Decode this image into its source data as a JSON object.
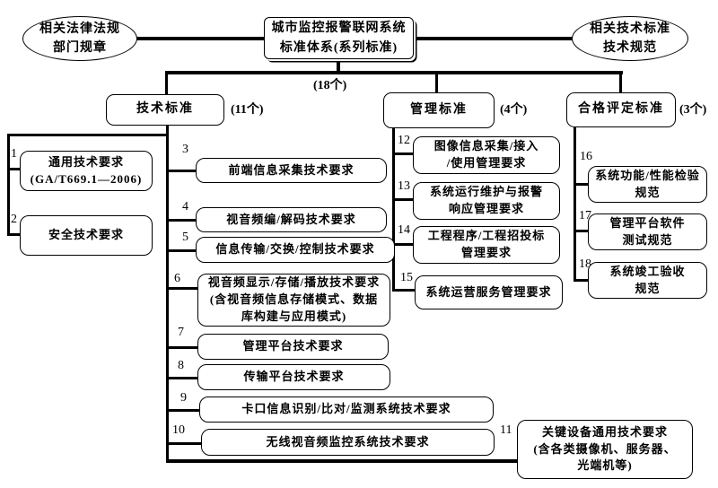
{
  "root": {
    "label": "城市监控报警联网系统\n标准体系(系列标准)"
  },
  "left_ellipse": {
    "label": "相关法律法规\n部门规章"
  },
  "right_ellipse": {
    "label": "相关技术标准\n技术规范"
  },
  "total_count": "(18个)",
  "branches": [
    {
      "label": "技术标准",
      "count": "(11个)"
    },
    {
      "label": "管理标准",
      "count": "(4个)"
    },
    {
      "label": "合格评定标准",
      "count": "(3个)"
    }
  ],
  "items": [
    {
      "num": "1",
      "label": "通用技术要求\n(GA/T669.1—2006)"
    },
    {
      "num": "2",
      "label": "安全技术要求"
    },
    {
      "num": "3",
      "label": "前端信息采集技术要求"
    },
    {
      "num": "4",
      "label": "视音频编/解码技术要求"
    },
    {
      "num": "5",
      "label": "信息传输/交换/控制技术要求"
    },
    {
      "num": "6",
      "label": "视音频显示/存储/播放技术要求\n(含视音频信息存储模式、数据\n库构建与应用模式)"
    },
    {
      "num": "7",
      "label": "管理平台技术要求"
    },
    {
      "num": "8",
      "label": "传输平台技术要求"
    },
    {
      "num": "9",
      "label": "卡口信息识别/比对/监测系统技术要求"
    },
    {
      "num": "10",
      "label": "无线视音频监控系统技术要求"
    },
    {
      "num": "11",
      "label": "关键设备通用技术要求\n(含各类摄像机、服务器、\n光端机等)"
    },
    {
      "num": "12",
      "label": "图像信息采集/接入\n/使用管理要求"
    },
    {
      "num": "13",
      "label": "系统运行维护与报警\n响应管理要求"
    },
    {
      "num": "14",
      "label": "工程程序/工程招投标\n管理要求"
    },
    {
      "num": "15",
      "label": "系统运营服务管理要求"
    },
    {
      "num": "16",
      "label": "系统功能/性能检验\n规范"
    },
    {
      "num": "17",
      "label": "管理平台软件\n测试规范"
    },
    {
      "num": "18",
      "label": "系统竣工验收\n规范"
    }
  ],
  "colors": {
    "line": "#000000",
    "background": "#ffffff",
    "text": "#000000"
  }
}
